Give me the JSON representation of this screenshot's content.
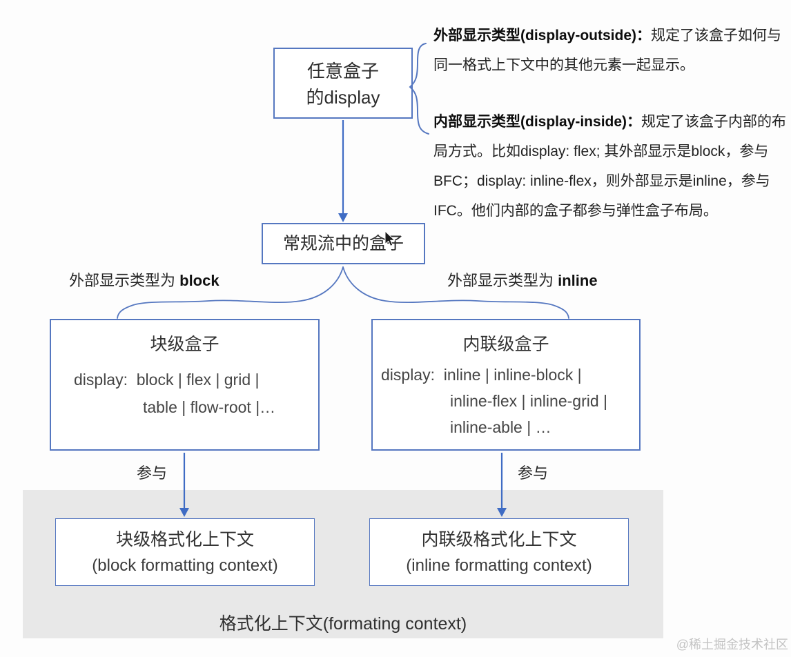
{
  "colors": {
    "box_border_blue": "#5577c0",
    "arrow_blue": "#3f6cc4",
    "panel_gray": "#e8e8e8",
    "text_dark": "#2d2d2d",
    "watermark_gray": "#c3c3c3"
  },
  "nodes": {
    "any_box": {
      "line1": "任意盒子",
      "line2": "的display"
    },
    "normal_flow_box": {
      "label": "常规流中的盒子"
    },
    "block_box": {
      "title": "块级盒子",
      "display_line1": "display:  block | flex | grid |",
      "display_line2": "table | flow-root |…"
    },
    "inline_box": {
      "title": "内联级盒子",
      "display_line1": "display:  inline | inline-block |",
      "display_line2": "inline-flex | inline-grid |",
      "display_line3": "inline-able | …"
    },
    "bfc_box": {
      "title": "块级格式化上下文",
      "subtitle": "(block formatting context)"
    },
    "ifc_box": {
      "title": "内联级格式化上下文",
      "subtitle": "(inline formatting context)"
    }
  },
  "annotations": {
    "display_outside": {
      "lead": "外部显示类型(display-outside)：",
      "body": "规定了该盒子如何与同一格式上下文中的其他元素一起显示。"
    },
    "display_inside": {
      "lead": "内部显示类型(display-inside)：",
      "body": "规定了该盒子内部的布局方式。比如display: flex; 其外部显示是block，参与 BFC；display: inline-flex，则外部显示是inline，参与IFC。他们内部的盒子都参与弹性盒子布局。"
    },
    "branch_left": {
      "text": "外部显示类型为 ",
      "strong": "block"
    },
    "branch_right": {
      "text": "外部显示类型为 ",
      "strong": "inline"
    },
    "participate_left": "参与",
    "participate_right": "参与",
    "fc_caption": "格式化上下文(formating context)",
    "watermark": "@稀土掘金技术社区"
  }
}
